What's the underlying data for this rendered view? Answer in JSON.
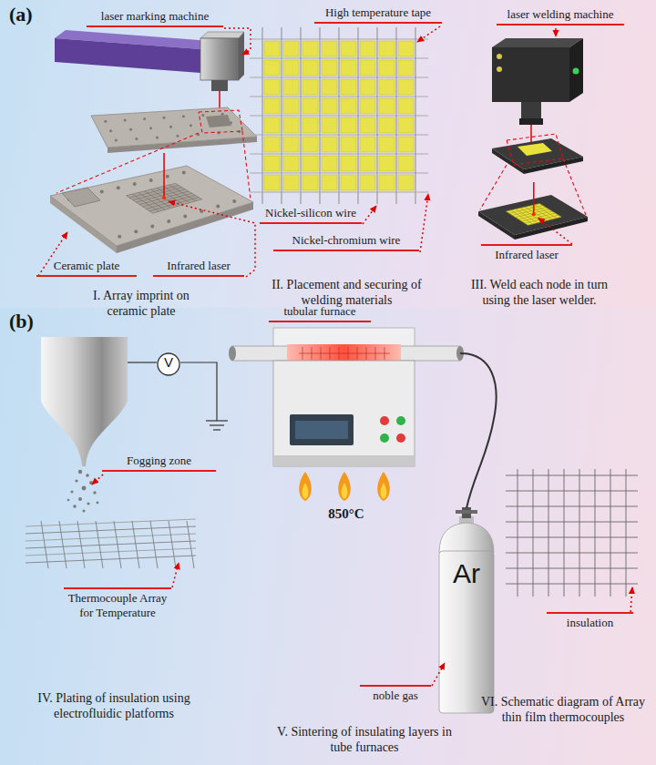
{
  "diagram": {
    "nodes": [
      {
        "text": [
          "(a)"
        ]
      },
      {
        "text": [
          "(b)"
        ]
      },
      {
        "text": [
          "V"
        ],
        "in": 1
      },
      {
        "text": [
          "Ar"
        ],
        "in": 1
      }
    ],
    "labels": [
      "laser marking machine",
      "Ceramic plate",
      "Infrared laser",
      "I. Array imprint on ceramic plate",
      "High temperature tape",
      "Nickel-silicon wire",
      "Nickel-chromium wire",
      "II. Placement and securing of welding materials",
      "laser welding machine",
      "Infrared laser",
      "III. Weld each node in turn using the laser welder.",
      "Fogging zone",
      "Thermocouple Array for Temperature",
      "IV. Plating of insulation using electrofluidic platforms",
      "tubular furnace",
      "850°C",
      "noble gas",
      "V. Sintering of insulating layers in tube furnaces",
      "insulation",
      "VI. Schematic diagram of Array thin film thermocouples"
    ]
  }
}
